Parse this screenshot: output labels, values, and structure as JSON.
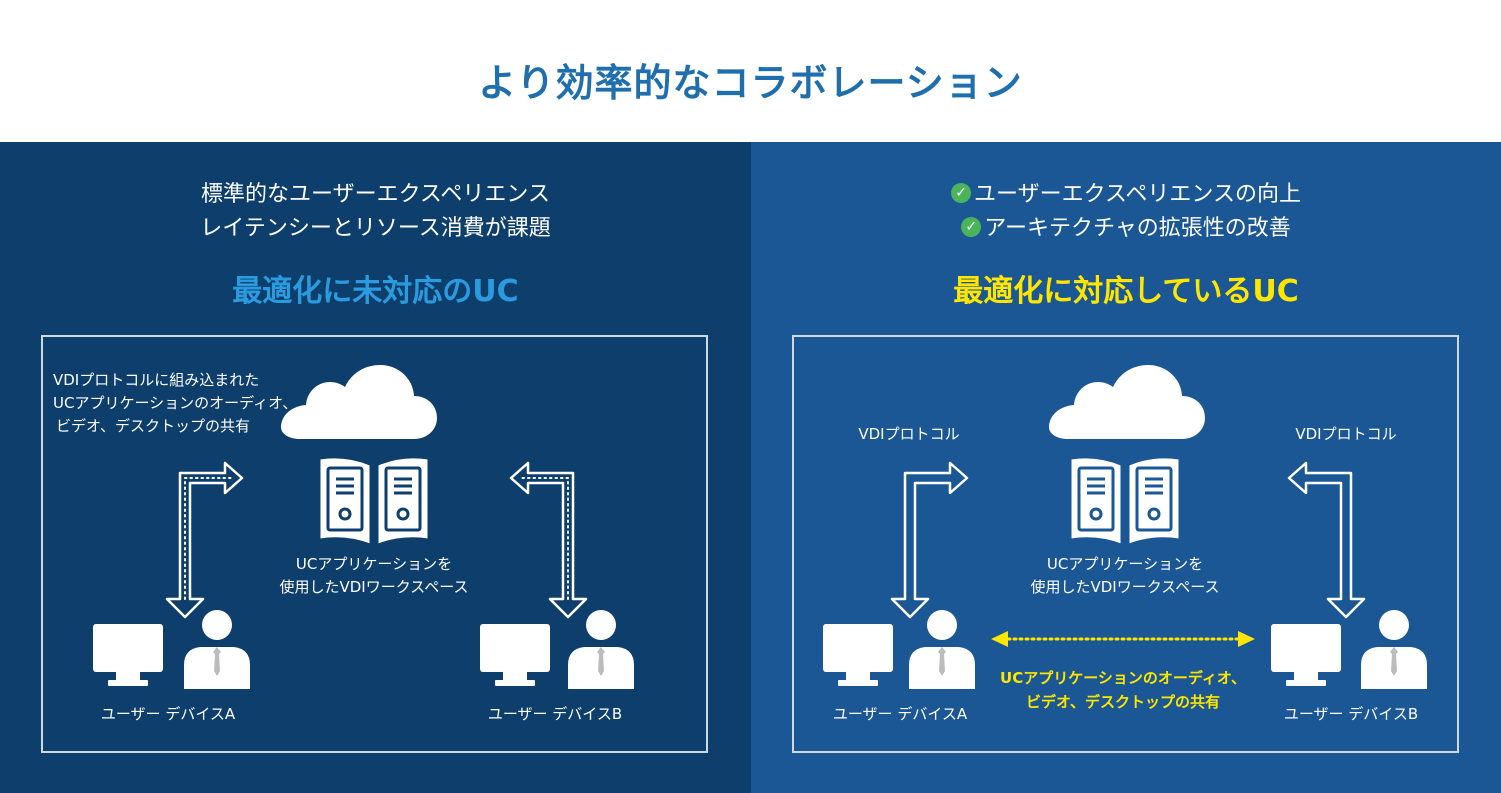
{
  "title": "より効率的なコラボレーション",
  "left": {
    "subtitle_line1": "標準的なユーザーエクスペリエンス",
    "subtitle_line2": "レイテンシーとリソース消費が課題",
    "headline": "最適化に未対応のUC",
    "headline_color": "#2b9be0",
    "note_line1": "VDIプロトコルに組み込まれた",
    "note_line2": "UCアプリケーションのオーディオ、",
    "note_line3": "ビデオ、デスクトップの共有",
    "server_label_line1": "UCアプリケーションを",
    "server_label_line2": "使用したVDIワークスペース",
    "device_a": "ユーザー  デバイスA",
    "device_b": "ユーザー  デバイスB"
  },
  "right": {
    "check_item1": "ユーザーエクスペリエンスの向上",
    "check_item2": "アーキテクチャの拡張性の改善",
    "headline": "最適化に対応しているUC",
    "headline_color": "#ffe600",
    "protocol_left": "VDIプロトコル",
    "protocol_right": "VDIプロトコル",
    "server_label_line1": "UCアプリケーションを",
    "server_label_line2": "使用したVDIワークスペース",
    "direct_line1": "UCアプリケーションのオーディオ、",
    "direct_line2": "ビデオ、デスクトップの共有",
    "device_a": "ユーザー  デバイスA",
    "device_b": "ユーザー  デバイスB"
  },
  "colors": {
    "title": "#1f6fae",
    "left_bg": "#0e3f6c",
    "right_bg": "#1a5794",
    "check": "#4bb35a",
    "highlight": "#ffe600"
  }
}
